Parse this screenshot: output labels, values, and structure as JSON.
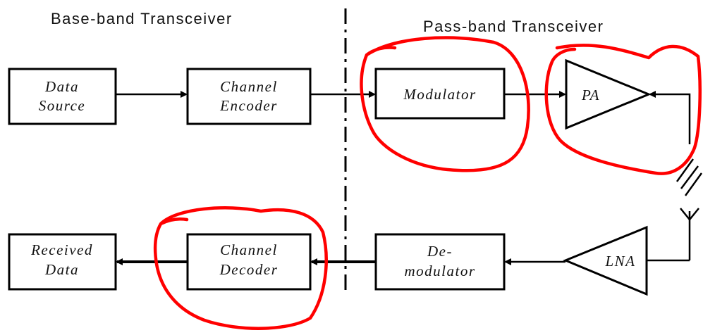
{
  "headings": {
    "left": "Base-band Transceiver",
    "right": "Pass-band Transceiver"
  },
  "blocks": {
    "data_source": [
      "Data",
      "Source"
    ],
    "channel_encoder": [
      "Channel",
      "Encoder"
    ],
    "modulator": [
      "Modulator"
    ],
    "pa": [
      "PA"
    ],
    "lna": [
      "LNA"
    ],
    "demodulator": [
      "De-",
      "modulator"
    ],
    "channel_decoder": [
      "Channel",
      "Decoder"
    ],
    "received_data": [
      "Received",
      "Data"
    ]
  },
  "colors": {
    "ink": "#000000",
    "annotation": "#ff0000",
    "background": "#ffffff"
  },
  "icons": {
    "amplifier": "triangle",
    "antenna": "antenna-icon"
  }
}
